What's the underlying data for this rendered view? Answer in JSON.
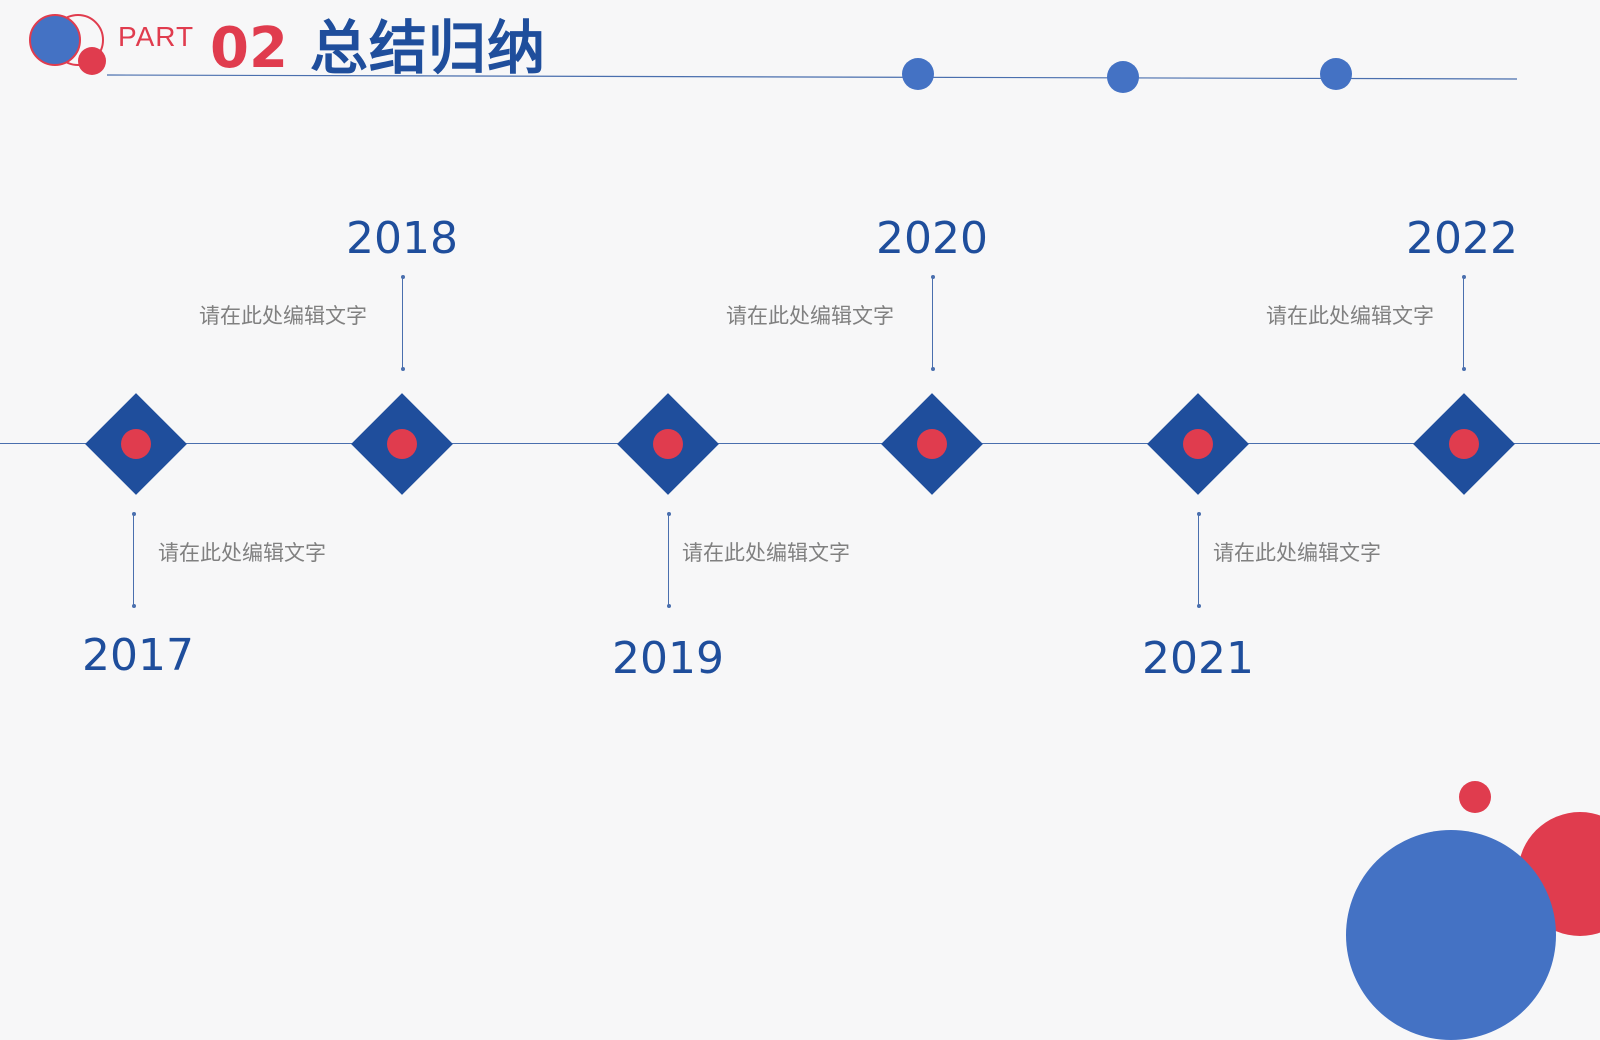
{
  "header": {
    "part_label": "PART",
    "part_number": "02",
    "title": "总结归纳"
  },
  "timeline": {
    "items": [
      {
        "year": "2017",
        "caption": "请在此处编辑文字"
      },
      {
        "year": "2018",
        "caption": "请在此处编辑文字"
      },
      {
        "year": "2019",
        "caption": "请在此处编辑文字"
      },
      {
        "year": "2020",
        "caption": "请在此处编辑文字"
      },
      {
        "year": "2021",
        "caption": "请在此处编辑文字"
      },
      {
        "year": "2022",
        "caption": "请在此处编辑文字"
      }
    ]
  },
  "colors": {
    "primary_blue": "#1f4e9c",
    "accent_blue": "#4472c4",
    "accent_red": "#e03c4e",
    "caption_gray": "#808080",
    "background": "#f7f7f8"
  }
}
